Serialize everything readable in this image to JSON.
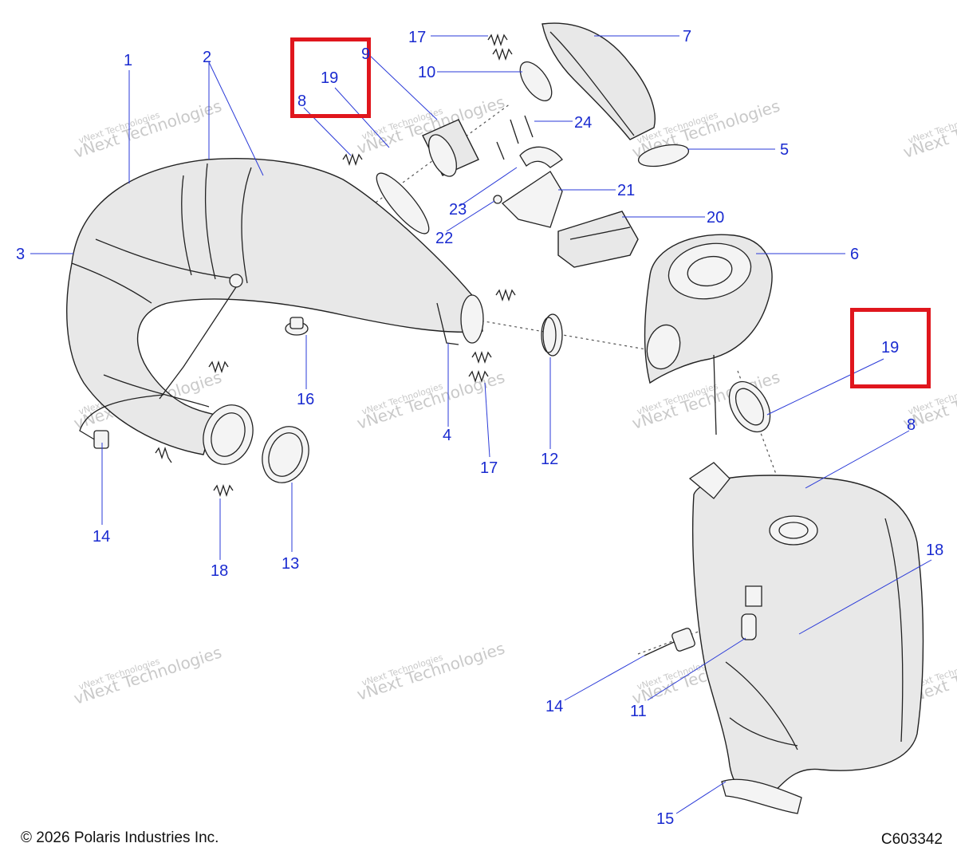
{
  "diagram": {
    "callouts": [
      {
        "id": "c1",
        "label": "1"
      },
      {
        "id": "c2",
        "label": "2"
      },
      {
        "id": "c3",
        "label": "3"
      },
      {
        "id": "c4",
        "label": "4"
      },
      {
        "id": "c5",
        "label": "5"
      },
      {
        "id": "c6",
        "label": "6"
      },
      {
        "id": "c7",
        "label": "7"
      },
      {
        "id": "c8a",
        "label": "8"
      },
      {
        "id": "c8b",
        "label": "8"
      },
      {
        "id": "c9",
        "label": "9"
      },
      {
        "id": "c10",
        "label": "10"
      },
      {
        "id": "c11",
        "label": "11"
      },
      {
        "id": "c12",
        "label": "12"
      },
      {
        "id": "c13",
        "label": "13"
      },
      {
        "id": "c14a",
        "label": "14"
      },
      {
        "id": "c14b",
        "label": "14"
      },
      {
        "id": "c15",
        "label": "15"
      },
      {
        "id": "c16",
        "label": "16"
      },
      {
        "id": "c17a",
        "label": "17"
      },
      {
        "id": "c17b",
        "label": "17"
      },
      {
        "id": "c18a",
        "label": "18"
      },
      {
        "id": "c18b",
        "label": "18"
      },
      {
        "id": "c19a",
        "label": "19"
      },
      {
        "id": "c19b",
        "label": "19"
      },
      {
        "id": "c20",
        "label": "20"
      },
      {
        "id": "c21",
        "label": "21"
      },
      {
        "id": "c22",
        "label": "22"
      },
      {
        "id": "c23",
        "label": "23"
      },
      {
        "id": "c24",
        "label": "24"
      }
    ],
    "highlight_color": "#e0161d",
    "callout_color": "#1a2bd0"
  },
  "watermark": {
    "line1": "vNext Technologies",
    "line2": "vNext Technologies"
  },
  "footer": {
    "copyright": "© 2026 Polaris Industries Inc.",
    "drawing_number": "C603342"
  }
}
